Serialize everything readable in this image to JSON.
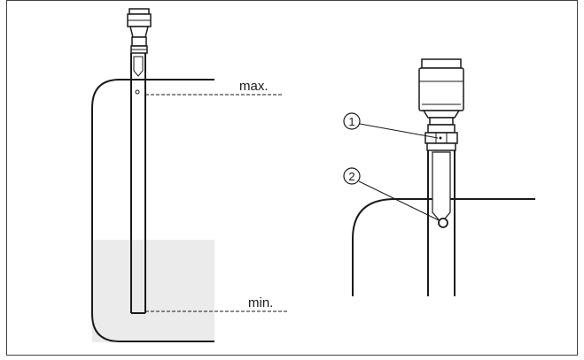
{
  "labels": {
    "max": "max.",
    "min": "min.",
    "callout_1": "1",
    "callout_2": "2"
  },
  "colors": {
    "line": "#1a1a1a",
    "liquid_fill": "#ebebeb",
    "frame_border": "#444444"
  },
  "icons": {
    "left_diagram": "standpipe-sensor-in-tank",
    "right_diagram": "sensor-with-vent-hole"
  }
}
